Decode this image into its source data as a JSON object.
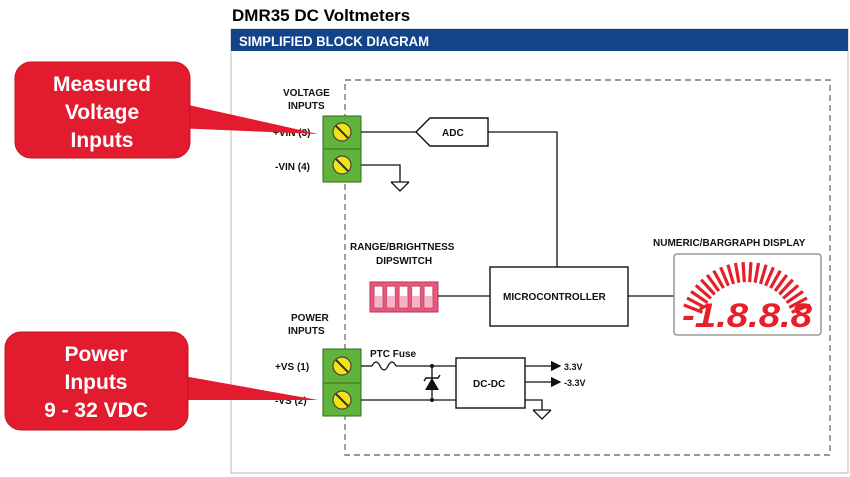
{
  "title": "DMR35 DC Voltmeters",
  "banner": "SIMPLIFIED BLOCK DIAGRAM",
  "colors": {
    "banner": "#13448a",
    "callout": "#e21b2e",
    "terminal": "#61b33b",
    "screw": "#f2e318",
    "dipswitch": "#e8587e",
    "display_red": "#e6202a"
  },
  "callouts": {
    "measured": [
      "Measured",
      "Voltage",
      "Inputs"
    ],
    "power": [
      "Power",
      "Inputs",
      "9 - 32 VDC"
    ]
  },
  "voltage_inputs": {
    "header": [
      "VOLTAGE",
      "INPUTS"
    ],
    "vin_plus": "+VIN (3)",
    "vin_minus": "-VIN (4)"
  },
  "power_inputs": {
    "header": [
      "POWER",
      "INPUTS"
    ],
    "vs_plus": "+VS (1)",
    "vs_minus": "-VS (2)"
  },
  "blocks": {
    "adc": "ADC",
    "micro": "MICROCONTROLLER",
    "dcdc": "DC-DC",
    "ptc": "PTC Fuse",
    "out1": "3.3V",
    "out2": "-3.3V"
  },
  "dipswitch_label": [
    "RANGE/BRIGHTNESS",
    "DIPSWITCH"
  ],
  "display": {
    "label": "NUMERIC/BARGRAPH DISPLAY",
    "digits": "-1.8.8.8"
  }
}
